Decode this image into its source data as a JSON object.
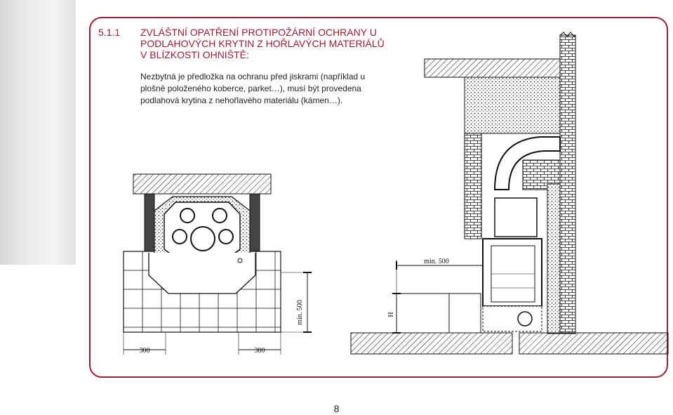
{
  "section": {
    "number": "5.1.1",
    "title_lines": [
      "ZVLÁŠTNÍ OPATŘENÍ PROTIPOŽÁRNÍ OCHRANY U",
      "PODLAHOVÝCH KRYTIN Z HOŘLAVÝCH MATERIÁLŮ",
      "V BLÍZKOSTI OHNIŠTĚ:"
    ],
    "body_lines": [
      "Nezbytná je předložka na ochranu před jiskrami (například u",
      "plošně položeného koberce, parket…), musí být provedena",
      "podlahová krytina z nehořlavého materiálu (kámen…)."
    ]
  },
  "drawing": {
    "plan_dim_left": "300",
    "plan_dim_right": "300",
    "plan_dim_front": "min. 500",
    "section_dim_top": "min. 500",
    "section_dim_height": "H"
  },
  "colors": {
    "accent": "#9b1d32",
    "line": "#111111"
  },
  "page": {
    "number": "8"
  }
}
